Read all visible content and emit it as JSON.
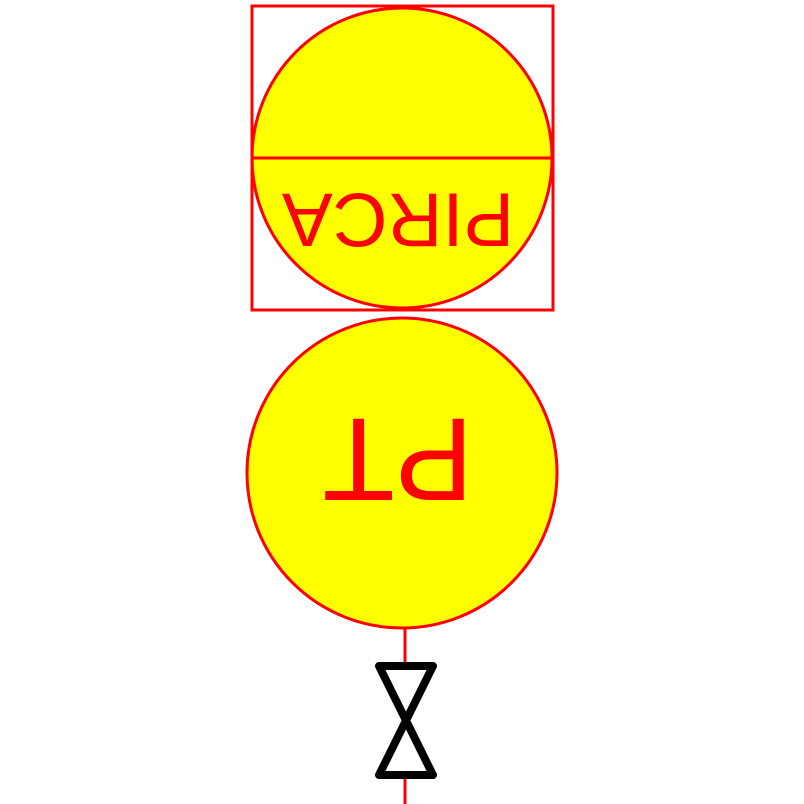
{
  "diagram": {
    "instrument_upper": {
      "tag": "PIRCA",
      "shape": "shared-display-circle-in-square"
    },
    "instrument_lower": {
      "tag": "PT",
      "shape": "field-instrument-circle"
    },
    "valve": {
      "icon": "gate-valve-icon"
    },
    "orientation": "rotated-180",
    "colors": {
      "fill": "#ffff00",
      "stroke": "#ff0000",
      "text": "#ff0000",
      "valve": "#000000",
      "background": "#ffffff"
    }
  }
}
